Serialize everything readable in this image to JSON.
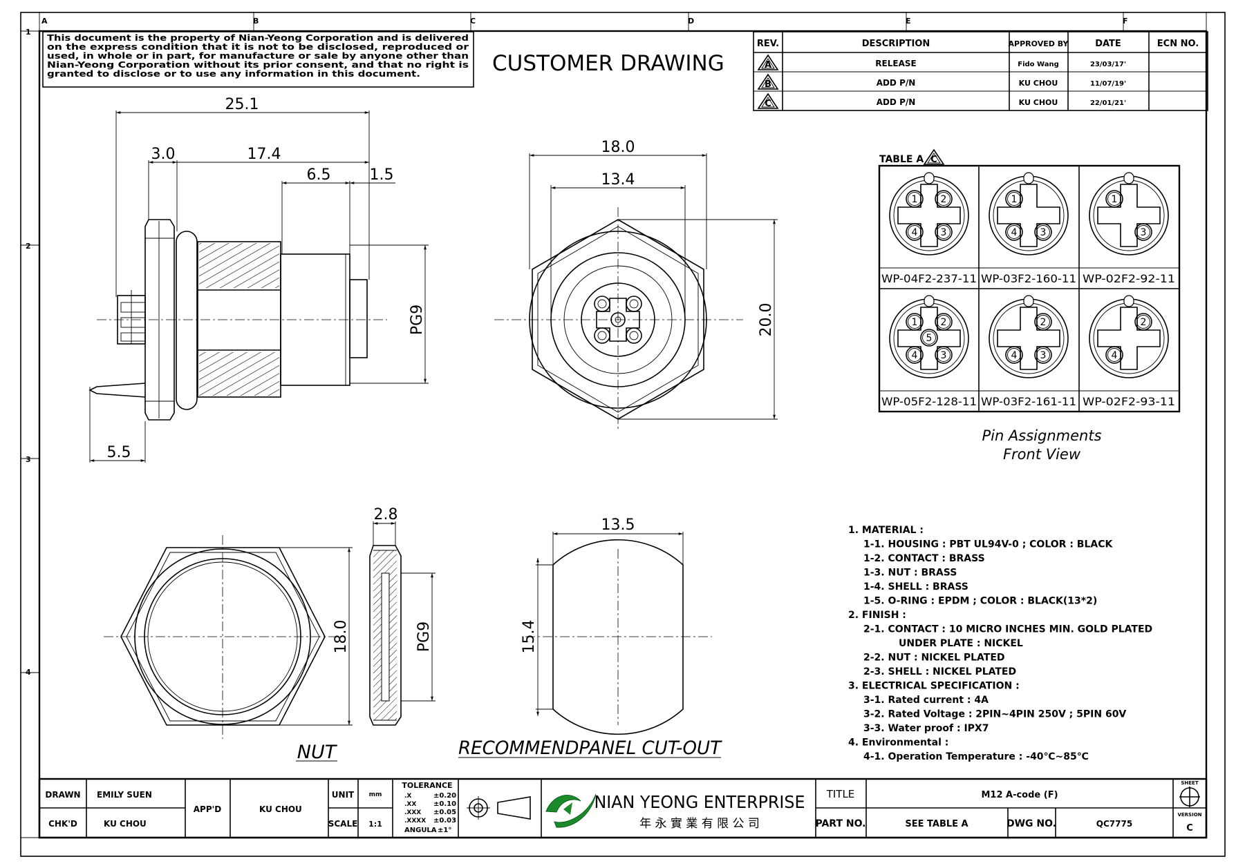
{
  "drawing_title": "CUSTOMER DRAWING",
  "disclaimer": [
    "This document is the property of Nian-Yeong Corporation and is delivered",
    "on the express condition that it is not to be disclosed, reproduced or",
    "used, in whole or in part, for manufacture or sale by anyone other than",
    "Nian-Yeong Corporation without its prior consent, and that no right is",
    "granted to disclose or to use any information in this document."
  ],
  "zones_top": [
    "A",
    "B",
    "C",
    "D",
    "E",
    "F"
  ],
  "zones_left": [
    "1",
    "2",
    "3",
    "4"
  ],
  "revision_table": {
    "headers": [
      "REV.",
      "DESCRIPTION",
      "APPROVED BY",
      "DATE",
      "ECN NO."
    ],
    "rows": [
      {
        "rev": "A",
        "description": "RELEASE",
        "approved_by": "Fido Wang",
        "date": "23/03/17'",
        "ecn": ""
      },
      {
        "rev": "B",
        "description": "ADD P/N",
        "approved_by": "KU CHOU",
        "date": "11/07/19'",
        "ecn": ""
      },
      {
        "rev": "C",
        "description": "ADD P/N",
        "approved_by": "KU CHOU",
        "date": "22/01/21'",
        "ecn": ""
      }
    ]
  },
  "side_view": {
    "dim_total": "25.1",
    "dim_flange": "3.0",
    "dim_thread": "17.4",
    "dim_shell": "6.5",
    "dim_tip": "1.5",
    "dim_pin": "5.5",
    "thread_label": "PG9"
  },
  "front_view": {
    "dim_width": "18.0",
    "dim_inner": "13.4",
    "dim_height": "20.0"
  },
  "table_a": {
    "label": "TABLE A",
    "rev_mark": "C",
    "parts": [
      {
        "pn": "WP-04F2-237-11",
        "pins": [
          "1",
          "2",
          "4",
          "3"
        ]
      },
      {
        "pn": "WP-03F2-160-11",
        "pins": [
          "1",
          "4",
          "3"
        ]
      },
      {
        "pn": "WP-02F2-92-11",
        "pins": [
          "1",
          "3"
        ]
      },
      {
        "pn": "WP-05F2-128-11",
        "pins": [
          "1",
          "2",
          "5",
          "4",
          "3"
        ]
      },
      {
        "pn": "WP-03F2-161-11",
        "pins": [
          "2",
          "4",
          "3"
        ]
      },
      {
        "pn": "WP-02F2-93-11",
        "pins": [
          "2",
          "4"
        ]
      }
    ],
    "caption_1": "Pin Assignments",
    "caption_2": "Front View"
  },
  "nut_view": {
    "label": "NUT",
    "dim_thickness": "2.8",
    "dim_width": "18.0",
    "thread_label": "PG9"
  },
  "cutout_view": {
    "label": "RECOMMENDPANEL CUT-OUT",
    "dim_width": "13.5",
    "dim_height": "15.4"
  },
  "notes": [
    {
      "text": "1. MATERIAL :",
      "indent": 0
    },
    {
      "text": "1-1. HOUSING : PBT UL94V-0 ; COLOR : BLACK",
      "indent": 1
    },
    {
      "text": "1-2. CONTACT : BRASS",
      "indent": 1
    },
    {
      "text": "1-3. NUT : BRASS",
      "indent": 1
    },
    {
      "text": "1-4. SHELL : BRASS",
      "indent": 1
    },
    {
      "text": "1-5. O-RING : EPDM ; COLOR : BLACK(13*2)",
      "indent": 1
    },
    {
      "text": "2. FINISH :",
      "indent": 0
    },
    {
      "text": "2-1. CONTACT : 10 MICRO INCHES MIN. GOLD PLATED",
      "indent": 1
    },
    {
      "text": "UNDER PLATE : NICKEL",
      "indent": 2
    },
    {
      "text": "2-2. NUT : NICKEL PLATED",
      "indent": 1
    },
    {
      "text": "2-3. SHELL : NICKEL PLATED",
      "indent": 1
    },
    {
      "text": "3. ELECTRICAL SPECIFICATION :",
      "indent": 0
    },
    {
      "text": "3-1. Rated current : 4A",
      "indent": 1
    },
    {
      "text": "3-2. Rated Voltage : 2PIN~4PIN 250V ; 5PIN 60V",
      "indent": 1
    },
    {
      "text": "3-3. Water proof : IPX7",
      "indent": 1
    },
    {
      "text": "4. Environmental :",
      "indent": 0
    },
    {
      "text": "4-1. Operation Temperature : -40℃~85℃",
      "indent": 1
    }
  ],
  "title_block": {
    "drawn_label": "DRAWN",
    "drawn_value": "EMILY SUEN",
    "chkd_label": "CHK'D",
    "chkd_value": "KU CHOU",
    "appd_label": "APP'D",
    "appd_value": "KU CHOU",
    "unit_label": "UNIT",
    "unit_value": "mm",
    "scale_label": "SCALE",
    "scale_value": "1:1",
    "tolerance_label": "TOLERANCE",
    "tolerances": [
      {
        "k": ".X",
        "v": "±0.20"
      },
      {
        "k": ".XX",
        "v": "±0.10"
      },
      {
        "k": ".XXX",
        "v": "±0.05"
      },
      {
        "k": ".XXXX",
        "v": "±0.03"
      },
      {
        "k": "ANGULA",
        "v": "±1°"
      }
    ],
    "company": "NIAN YEONG ENTERPRISE",
    "company_cn": "年 永 實 業 有 限 公 司",
    "title_label": "TITLE",
    "title_value": "M12 A-code (F)",
    "partno_label": "PART NO.",
    "partno_value": "SEE TABLE A",
    "dwgno_label": "DWG NO.",
    "dwgno_value": "QC7775",
    "sheet_label": "SHEET",
    "version_label": "VERSION",
    "version_value": "C"
  }
}
